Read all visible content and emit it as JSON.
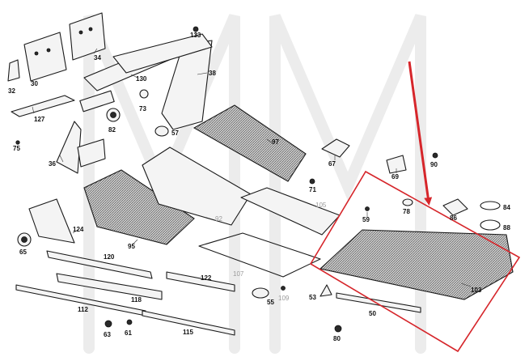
{
  "labels": {
    "p133": "133",
    "p34": "34",
    "p32": "32",
    "p30": "30",
    "p130": "130",
    "p38": "38",
    "p127": "127",
    "p73": "73",
    "p82": "82",
    "p57": "57",
    "p75": "75",
    "p36": "36",
    "p97": "97",
    "p67": "67",
    "p69": "69",
    "p90": "90",
    "p71": "71",
    "p105": "105",
    "p92": "92",
    "p59": "59",
    "p78": "78",
    "p86": "86",
    "p84": "84",
    "p88": "88",
    "p124": "124",
    "p65": "65",
    "p95": "95",
    "p120": "120",
    "p107": "107",
    "p122": "122",
    "p109": "109",
    "p103": "103",
    "p55": "55",
    "p53": "53",
    "p118": "118",
    "p112": "112",
    "p50": "50",
    "p63": "63",
    "p61": "61",
    "p115": "115",
    "p80": "80"
  },
  "colors": {
    "highlight": "#d6262b",
    "ink": "#1a1a1a",
    "grey_label": "#9a9a9a"
  },
  "annotation": {
    "arrow_icon": "red-arrow-icon",
    "box": "highlight-box"
  }
}
